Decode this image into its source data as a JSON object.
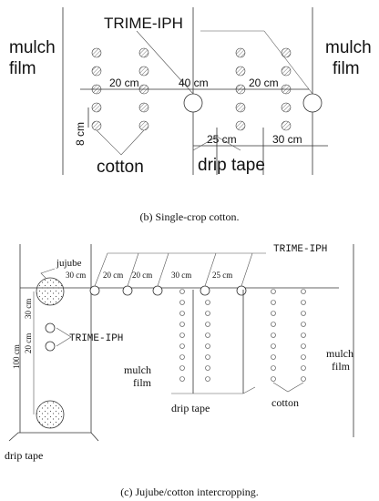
{
  "panel_b": {
    "left_film_line1": "mulch",
    "left_film_line2": "film",
    "right_film_line1": "mulch",
    "right_film_line2": "film",
    "probe_label": "TRIME-IPH",
    "dim_row_20": "20 cm",
    "dim_gap_40": "40 cm",
    "dim_right_20": "20 cm",
    "dim_vertical_8": "8 cm",
    "dim_25": "25 cm",
    "dim_30": "30 cm",
    "cotton_label": "cotton",
    "drip_tape_label": "drip tape",
    "caption": "(b) Single-crop cotton."
  },
  "panel_c": {
    "jujube_label": "jujube",
    "probe_label_top": "TRIME-IPH",
    "probe_label_mid": "TRIME-IPH",
    "dim_30a": "30 cm",
    "dim_20a": "20 cm",
    "dim_20b": "20 cm",
    "dim_30b": "30 cm",
    "dim_25": "25 cm",
    "dim_v30": "30 cm",
    "dim_v20": "20 cm",
    "dim_v100": "100 cm",
    "film_mid_line1": "mulch",
    "film_mid_line2": "film",
    "film_right_line1": "mulch",
    "film_right_line2": "film",
    "drip_tape_mid": "drip tape",
    "drip_tape_bottom": "drip tape",
    "cotton_label": "cotton",
    "caption": "(c) Jujube/cotton intercropping."
  }
}
